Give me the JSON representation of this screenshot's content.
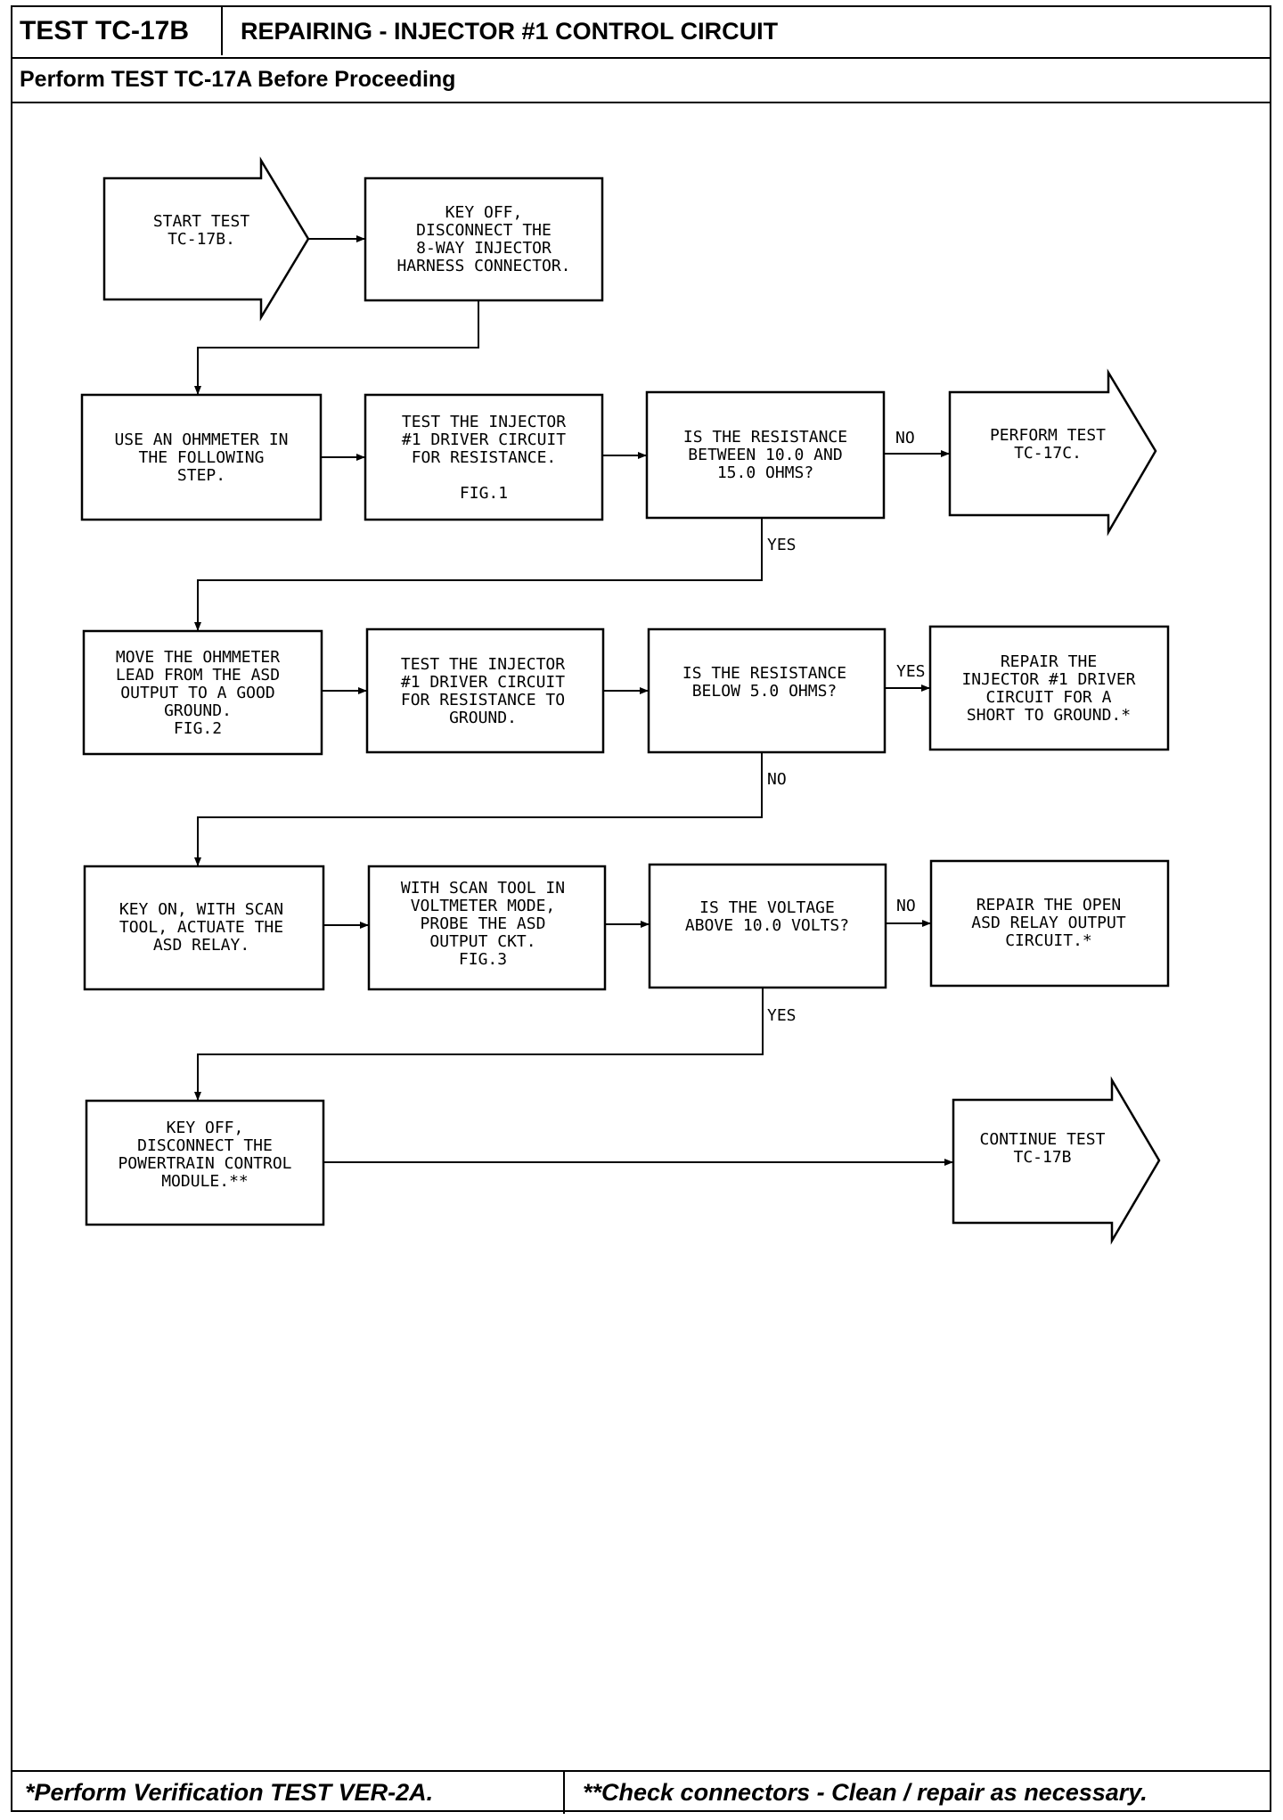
{
  "header": {
    "test_id": "TEST TC-17B",
    "title": "REPAIRING - INJECTOR #1 CONTROL CIRCUIT",
    "prerequisite": "Perform TEST TC-17A Before Proceeding"
  },
  "steps": {
    "start": [
      "START TEST",
      "TC-17B."
    ],
    "key_off_1": [
      "KEY OFF,",
      "DISCONNECT THE",
      "8-WAY INJECTOR",
      "HARNESS CONNECTOR."
    ],
    "ohmmeter": [
      "USE AN OHMMETER IN",
      "THE FOLLOWING",
      "STEP."
    ],
    "test_resistance": [
      "TEST THE INJECTOR",
      "#1 DRIVER CIRCUIT",
      "FOR RESISTANCE.",
      "",
      "FIG.1"
    ],
    "q_resistance": [
      "IS THE RESISTANCE",
      "BETWEEN 10.0 AND",
      "15.0 OHMS?"
    ],
    "perform_17c": [
      "PERFORM TEST",
      "TC-17C."
    ],
    "move_lead": [
      "MOVE THE OHMMETER",
      "LEAD FROM THE ASD",
      "OUTPUT TO A GOOD",
      "GROUND.",
      "FIG.2"
    ],
    "test_ground": [
      "TEST THE INJECTOR",
      "#1 DRIVER CIRCUIT",
      "FOR RESISTANCE TO",
      "GROUND."
    ],
    "q_below": [
      "IS THE RESISTANCE",
      "BELOW 5.0 OHMS?"
    ],
    "repair_short": [
      "REPAIR THE",
      "INJECTOR #1 DRIVER",
      "CIRCUIT FOR A",
      "SHORT TO GROUND.*"
    ],
    "key_on": [
      "KEY ON, WITH SCAN",
      "TOOL, ACTUATE THE",
      "ASD RELAY."
    ],
    "scan_tool": [
      "WITH SCAN TOOL IN",
      "VOLTMETER MODE,",
      "PROBE THE ASD",
      "OUTPUT CKT.",
      "FIG.3"
    ],
    "q_voltage": [
      "IS THE VOLTAGE",
      "ABOVE 10.0 VOLTS?"
    ],
    "repair_open": [
      "REPAIR THE OPEN",
      "ASD RELAY OUTPUT",
      "CIRCUIT.*"
    ],
    "key_off_2": [
      "KEY OFF,",
      "DISCONNECT THE",
      "POWERTRAIN CONTROL",
      "MODULE.**"
    ],
    "continue": [
      "CONTINUE TEST",
      "TC-17B"
    ]
  },
  "branch_labels": {
    "no": "NO",
    "yes": "YES"
  },
  "footer": {
    "left": "*Perform Verification TEST VER-2A.",
    "right": "**Check connectors - Clean / repair as necessary."
  }
}
